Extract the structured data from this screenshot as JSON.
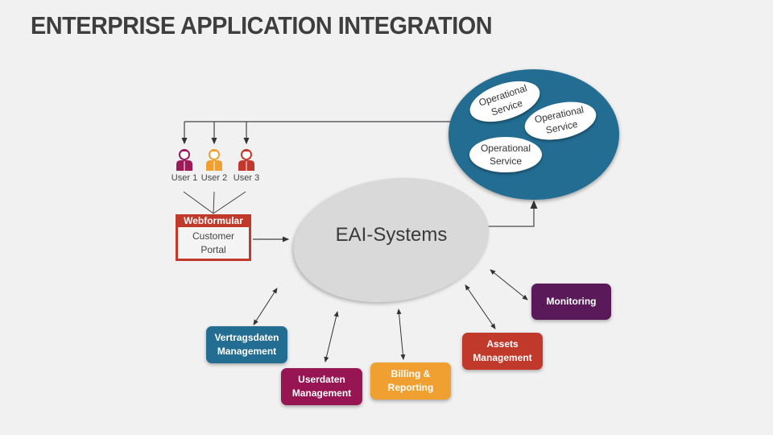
{
  "title": "ENTERPRISE APPLICATION INTEGRATION",
  "center": {
    "label": "EAI-Systems"
  },
  "services": [
    {
      "line1": "Operational",
      "line2": "Service"
    },
    {
      "line1": "Operational",
      "line2": "Service"
    },
    {
      "line1": "Operational",
      "line2": "Service"
    }
  ],
  "users": [
    {
      "label": "User 1",
      "color": "#9b1b5a",
      "icon": "user-icon"
    },
    {
      "label": "User 2",
      "color": "#f0a030",
      "icon": "user-icon"
    },
    {
      "label": "User 3",
      "color": "#c0392b",
      "icon": "user-icon"
    }
  ],
  "webform": {
    "header": "Webformular",
    "line1": "Customer",
    "line2": "Portal",
    "color": "#c0392b"
  },
  "modules": [
    {
      "line1": "Vertragsdaten",
      "line2": "Management",
      "color": "#236d93"
    },
    {
      "line1": "Userdaten",
      "line2": "Management",
      "color": "#971552"
    },
    {
      "line1": "Billing &",
      "line2": "Reporting",
      "color": "#f0a030"
    },
    {
      "line1": "Assets",
      "line2": "Management",
      "color": "#c0392b"
    },
    {
      "line1": "Monitoring",
      "line2": "",
      "color": "#5a1a5a"
    }
  ]
}
